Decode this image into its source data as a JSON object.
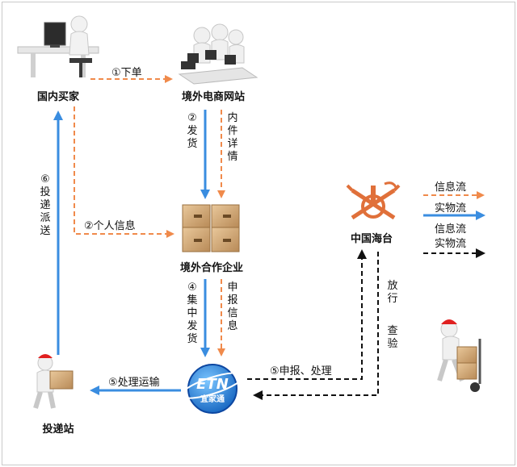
{
  "nodes": {
    "buyer": "国内买家",
    "website": "境外电商网站",
    "partner": "境外合作企业",
    "customs": "中国海台",
    "courier": "投递站"
  },
  "edges": {
    "order": "①下单",
    "ship_goods": "②发货",
    "inner_details": "内件详情",
    "personal_info": "②个人信息",
    "collect_ship": "④集中发货",
    "declare_info": "申报信息",
    "declare_process": "⑤申报、处理",
    "release": "放行",
    "inspect": "查验",
    "process_transport": "⑤处理运输",
    "deliver": "⑥投递派送"
  },
  "logo": {
    "text": "ETN",
    "subtext": "宜家通"
  },
  "legend": {
    "info_flow": "信息流",
    "goods_flow": "实物流",
    "both_line1": "信息流",
    "both_line2": "实物流"
  },
  "colors": {
    "info": "#f08a4b",
    "goods": "#3a8de0",
    "both": "#111111"
  }
}
